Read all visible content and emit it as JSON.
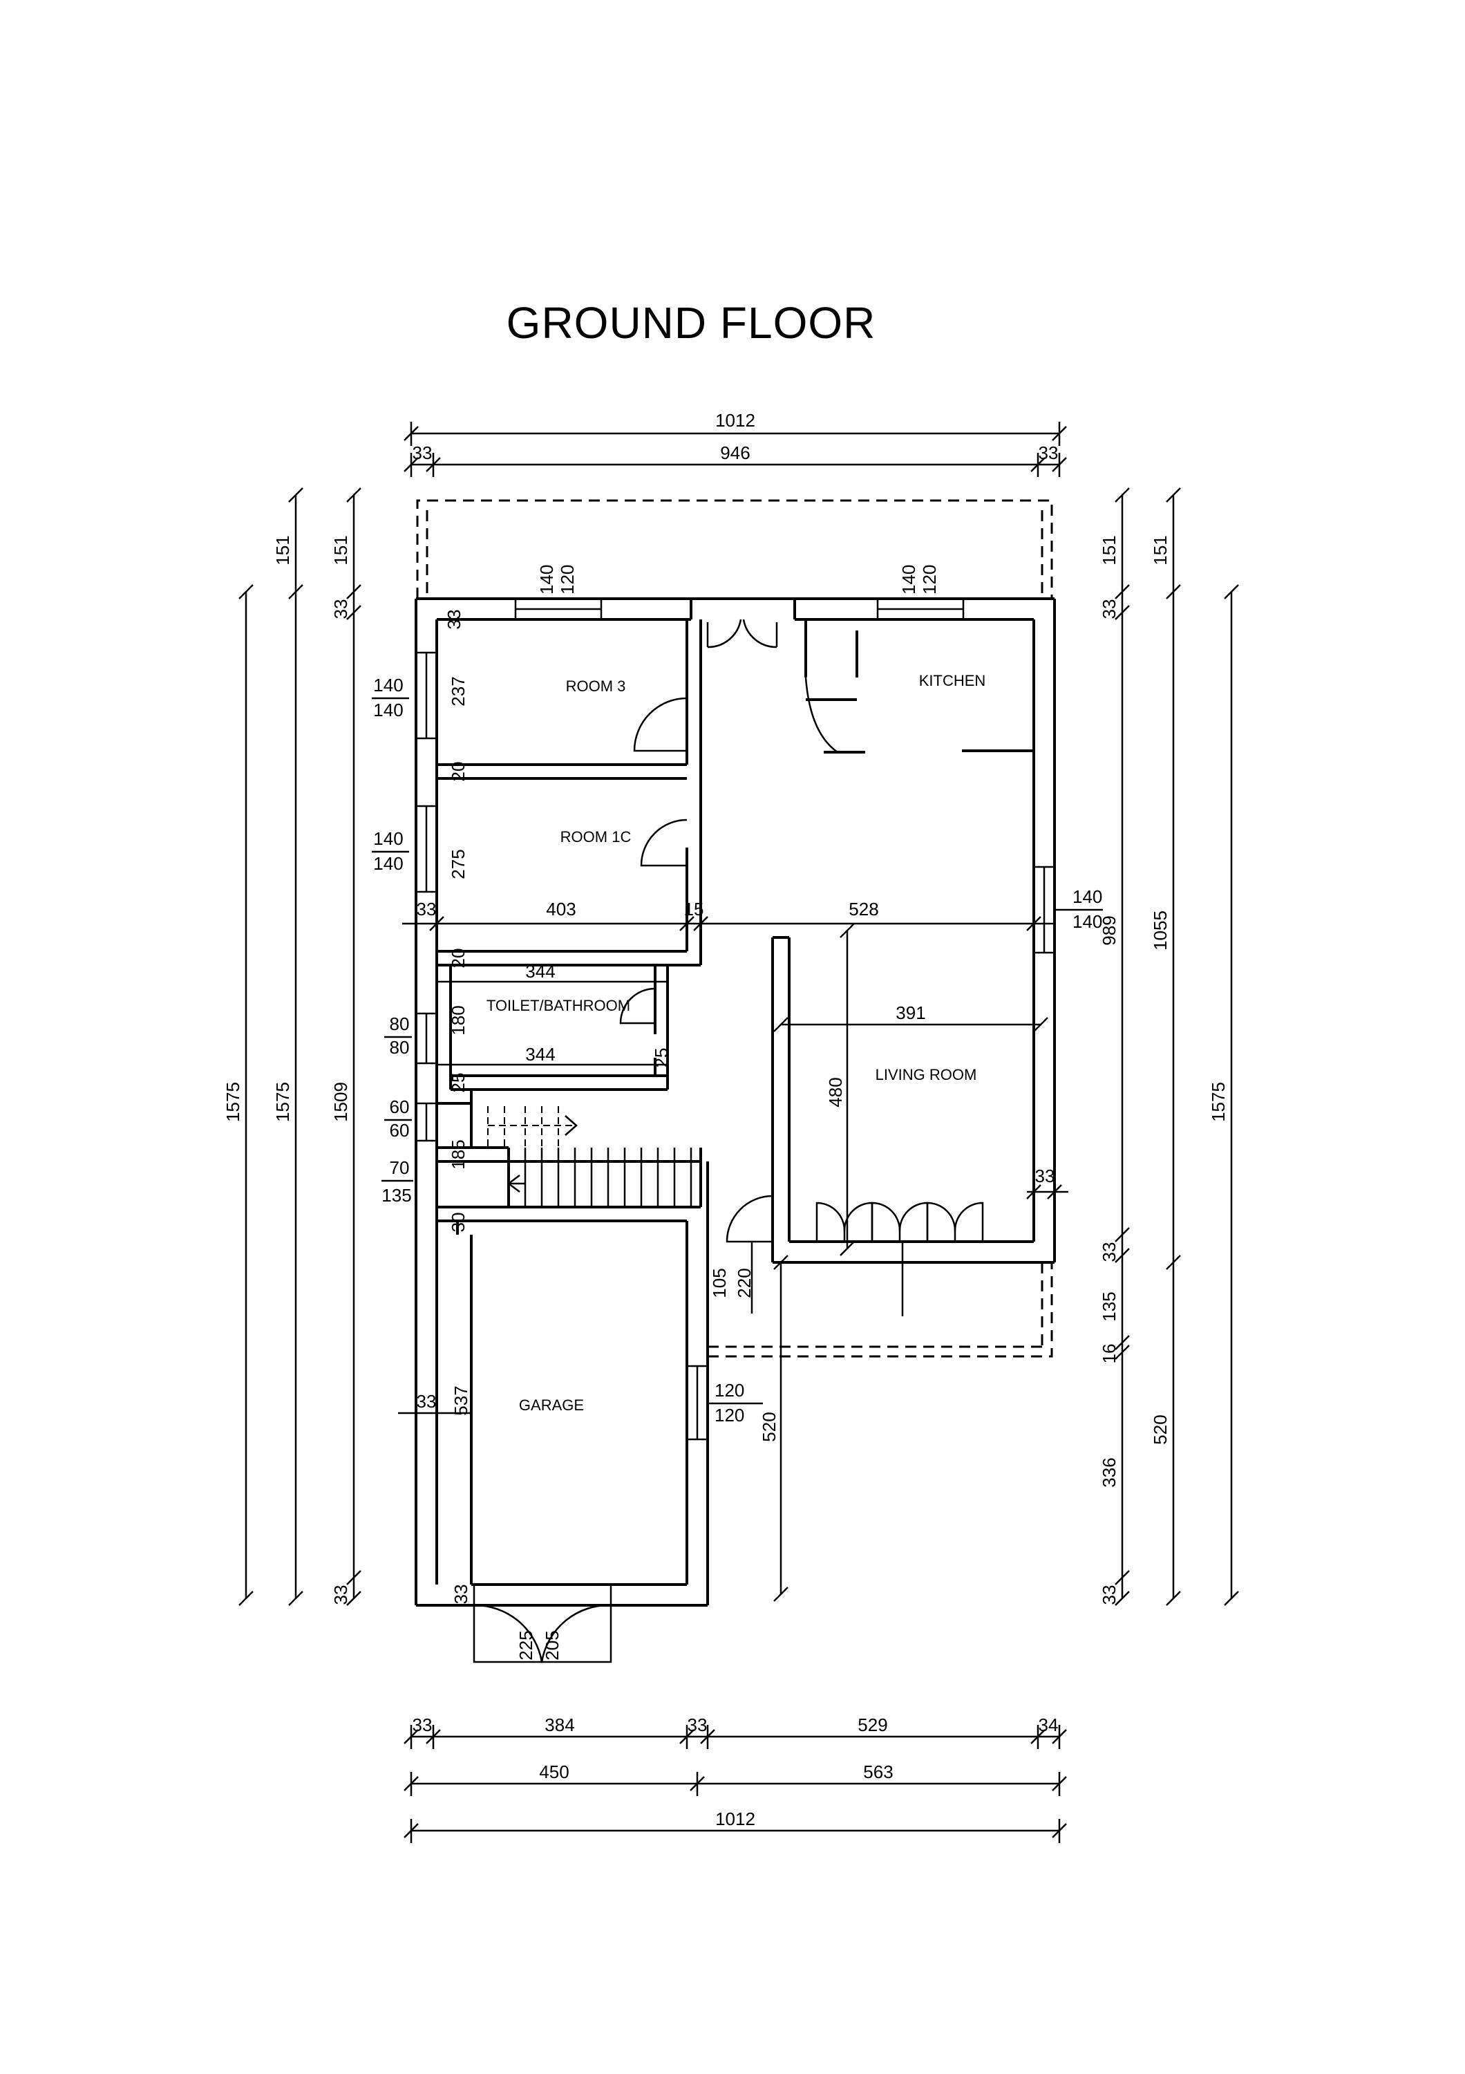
{
  "title": "GROUND FLOOR",
  "rooms": {
    "room3": "ROOM 3",
    "room1c": "ROOM 1C",
    "kitchen": "KITCHEN",
    "toilet": "TOILET/BATHROOM",
    "living": "LIVING ROOM",
    "garage": "GARAGE"
  },
  "dimensions": {
    "top_overall": "1012",
    "top_inner": "946",
    "top_left_wall": "33",
    "top_right_wall": "33",
    "bottom_a": [
      "33",
      "384",
      "33",
      "529",
      "34"
    ],
    "bottom_b": [
      "450",
      "563"
    ],
    "bottom_overall": "1012",
    "left_1575_a": "1575",
    "left_1575_b": "1575",
    "left_1509": "1509",
    "left_151_a": "151",
    "left_151_b": "151",
    "left_33_top": "33",
    "left_33_bottom": "33",
    "right_151_a": "151",
    "right_151_b": "151",
    "right_33_a": "33",
    "right_989": "989",
    "right_1055": "1055",
    "right_1575": "1575",
    "right_33_b": "33",
    "right_135": "135",
    "right_16": "16",
    "right_336": "336",
    "right_520": "520",
    "right_33_c": "33",
    "win_top_left": [
      "140",
      "120"
    ],
    "win_top_right": [
      "140",
      "120"
    ],
    "win_room3": [
      "140",
      "140"
    ],
    "win_room1c": [
      "140",
      "140"
    ],
    "win_kitchen_right": [
      "140",
      "140"
    ],
    "win_toilet": [
      "80",
      "80"
    ],
    "win_stair": [
      "60",
      "60"
    ],
    "stair_side": [
      "70",
      "135"
    ],
    "win_garage": [
      "120",
      "120"
    ],
    "room3_h": "237",
    "room3_wall_top": "33",
    "room1c_h": "275",
    "room_wall_20a": "20",
    "room_wall_20b": "20",
    "wall_33_left": "33",
    "room_width_403": "403",
    "wall_15": "15",
    "living_width_528": "528",
    "toilet_344_top": "344",
    "toilet_344_bot": "344",
    "toilet_180": "180",
    "toilet_25a": "25",
    "toilet_25b": "25",
    "stair_185": "185",
    "garage_30": "30",
    "garage_537": "537",
    "garage_33_left": "33",
    "garage_33_bottom": "33",
    "garage_door": [
      "225",
      "205"
    ],
    "door_105": "105",
    "door_220": "220",
    "living_391": "391",
    "living_480": "480",
    "living_33": "33",
    "mid_520": "520"
  }
}
